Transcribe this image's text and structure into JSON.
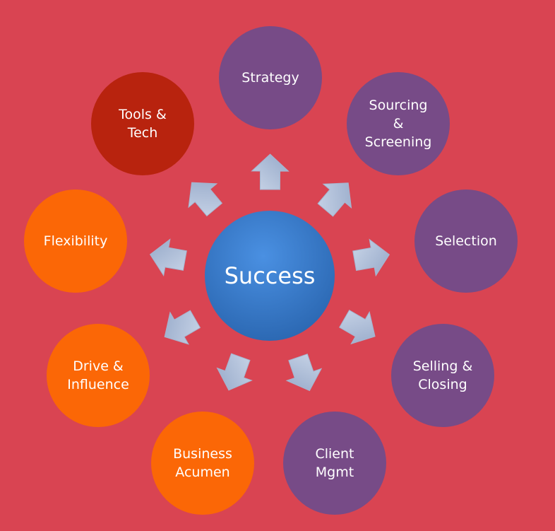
{
  "center": {
    "label": "Success",
    "color": "#2f74c0"
  },
  "colors": {
    "background": "#d94452",
    "purple": "#774b87",
    "dark_red": "#b8230e",
    "orange": "#fb6706",
    "arrow": "#b7c5dd"
  },
  "nodes": [
    {
      "id": "strategy",
      "lines": [
        "Strategy"
      ],
      "color": "#774b87"
    },
    {
      "id": "sourcing-screening",
      "lines": [
        "Sourcing",
        "&",
        "Screening"
      ],
      "color": "#774b87"
    },
    {
      "id": "selection",
      "lines": [
        "Selection"
      ],
      "color": "#774b87"
    },
    {
      "id": "selling-closing",
      "lines": [
        "Selling &",
        "Closing"
      ],
      "color": "#774b87"
    },
    {
      "id": "client-mgmt",
      "lines": [
        "Client",
        "Mgmt"
      ],
      "color": "#774b87"
    },
    {
      "id": "business-acumen",
      "lines": [
        "Business",
        "Acumen"
      ],
      "color": "#fb6706"
    },
    {
      "id": "drive-influence",
      "lines": [
        "Drive &",
        "Influence"
      ],
      "color": "#fb6706"
    },
    {
      "id": "flexibility",
      "lines": [
        "Flexibility"
      ],
      "color": "#fb6706"
    },
    {
      "id": "tools-tech",
      "lines": [
        "Tools &",
        "Tech"
      ],
      "color": "#b8230e"
    }
  ]
}
